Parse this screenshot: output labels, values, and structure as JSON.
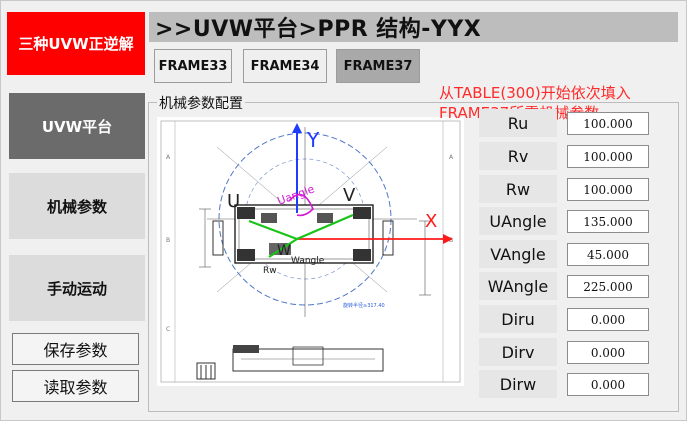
{
  "app_title": "三种UVW正逆解",
  "header_title": ">>UVW平台>PPR 结构-YYX",
  "frames": [
    {
      "label": "FRAME33",
      "active": false
    },
    {
      "label": "FRAME34",
      "active": false
    },
    {
      "label": "FRAME37",
      "active": true
    }
  ],
  "nav": [
    {
      "label": "UVW平台",
      "active": true
    },
    {
      "label": "机械参数",
      "active": false
    },
    {
      "label": "手动运动",
      "active": false
    }
  ],
  "buttons": {
    "save": "保存参数",
    "read": "读取参数"
  },
  "group_title": "机械参数配置",
  "note": "从TABLE(300)开始依次填入FRAME37所需机械参数",
  "params": [
    {
      "label": "Ru",
      "value": "100.000"
    },
    {
      "label": "Rv",
      "value": "100.000"
    },
    {
      "label": "Rw",
      "value": "100.000"
    },
    {
      "label": "UAngle",
      "value": "135.000"
    },
    {
      "label": "VAngle",
      "value": "45.000"
    },
    {
      "label": "WAngle",
      "value": "225.000"
    },
    {
      "label": "Diru",
      "value": "0.000"
    },
    {
      "label": "Dirv",
      "value": "0.000"
    },
    {
      "label": "Dirw",
      "value": "0.000"
    }
  ],
  "drawing": {
    "annotations": {
      "u": "U",
      "v": "V",
      "w": "W",
      "x": "X",
      "y": "Y",
      "u_angle": "Uangle",
      "w_angle": "Wangle",
      "rw": "Rw"
    },
    "colors": {
      "blue_axis": "#1f3cff",
      "red_axis": "#ff1a1a",
      "green_arm": "#19c419",
      "magenta": "#d21ad2"
    }
  }
}
